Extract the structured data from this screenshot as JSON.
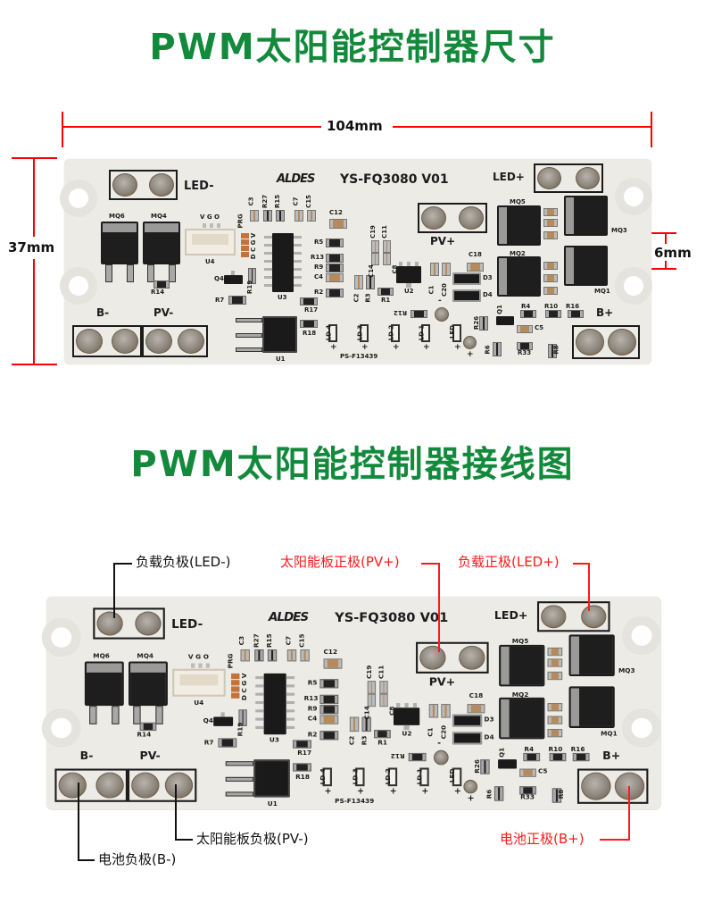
{
  "titles": {
    "dimensions": "PWM太阳能控制器尺寸",
    "wiring": "PWM太阳能控制器接线图"
  },
  "dimensions": {
    "length": "104mm",
    "width": "37mm",
    "spacing": "6mm"
  },
  "board": {
    "logo": "ALDES",
    "model": "YS-FQ3080 V01",
    "silk": {
      "LEDm": "LED-",
      "LEDp": "LED+",
      "PVp": "PV+",
      "Bm": "B-",
      "PVm": "PV-",
      "Bp": "B+",
      "MQ6": "MQ6",
      "MQ4": "MQ4",
      "MQ5": "MQ5",
      "MQ3": "MQ3",
      "MQ2": "MQ2",
      "MQ1": "MQ1",
      "U4": "U4",
      "VGO": "V G O",
      "PRG": "PRG",
      "DCGV": "D C G V",
      "C3": "C3",
      "R27": "R27",
      "R15": "R15",
      "C7": "C7",
      "C15": "C15",
      "C12": "C12",
      "R5": "R5",
      "R13": "R13",
      "R9": "R9",
      "C4": "C4",
      "R2": "R2",
      "C19": "C19",
      "C11": "C11",
      "C14": "C14",
      "C2": "C2",
      "R3": "R3",
      "R1": "R1",
      "C8": "C8",
      "U2": "U2",
      "C1": "C1",
      "C20": "C20",
      "C18": "C18",
      "D3": "D3",
      "D4": "D4",
      "U3": "U3",
      "Q4": "Q4",
      "R19": "R19",
      "R7": "R7",
      "R14": "R14",
      "R17": "R17",
      "R18": "R18",
      "U1": "U1",
      "LD4": "LD 4",
      "LD3": "LD 3",
      "LD2": "LD 2",
      "LD1": "LD 1",
      "LED": "LED",
      "plus": "+",
      "minus": "-",
      "part": "PS-F13439",
      "R12": "R12",
      "R26": "R26",
      "Q1": "Q1",
      "R4": "R4",
      "R10": "R10",
      "R16": "R16",
      "C5": "C5",
      "R6": "R6",
      "R33": "R33",
      "R8": "R8"
    }
  },
  "annotations": {
    "led_neg": "负载负极(LED-)",
    "pv_pos": "太阳能板正极(PV+)",
    "led_pos": "负载正极(LED+)",
    "pv_neg": "太阳能板负极(PV-)",
    "bat_neg": "电池负极(B-)",
    "bat_pos": "电池正极(B+)"
  },
  "colors": {
    "title": "#12893b",
    "dimension": "#ff0000",
    "positive_label": "#ff1a1a",
    "negative_label": "#111111"
  }
}
